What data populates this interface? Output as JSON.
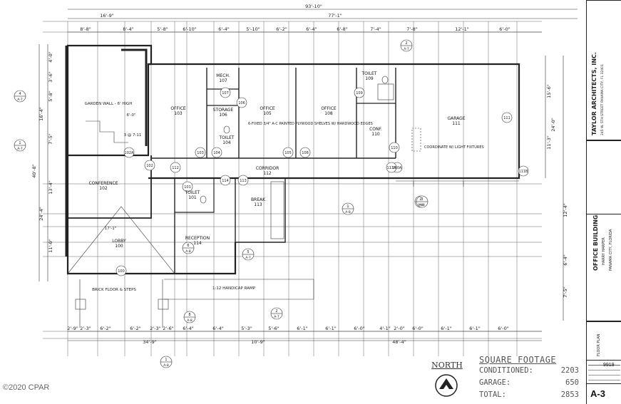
{
  "overall_dims": {
    "total_width": "93'-10\"",
    "right_run": "77'-1\"",
    "left_run": "16'-9\"",
    "bottom_left": "34'-9\"",
    "bottom_mid": "10'-9\"",
    "bottom_right": "48'-4\""
  },
  "top_dims": [
    "8'-8\"",
    "8'-4\"",
    "5'-8\"",
    "6'-10\"",
    "6'-4\"",
    "5'-10\"",
    "6'-2\"",
    "6'-4\"",
    "6'-8\"",
    "7'-4\"",
    "7'-8\"",
    "12'-1\"",
    "6'-0\""
  ],
  "bottom_dims": [
    "2'-9\"",
    "2'-3\"",
    "6'-2\"",
    "6'-2\"",
    "2'-3\"",
    "2'-6\"",
    "6'-4\"",
    "6'-4\"",
    "5'-3\"",
    "5'-6\"",
    "6'-1\"",
    "6'-1\"",
    "6'-0\"",
    "4'-1\"",
    "2'-0\"",
    "6'-0\"",
    "6'-1\"",
    "6'-1\"",
    "6'-0\""
  ],
  "left_dims": [
    "4'-0\"",
    "3'-6\"",
    "5'-8\"",
    "7'-5\"",
    "13'-4\"",
    "11'-0\"",
    "16'-4\"",
    "24'-4\"",
    "40'-8\""
  ],
  "right_dims": [
    "15'-6\"",
    "24'-0\"",
    "11'-3\"",
    "12'-4\"",
    "6'-4\"",
    "7'-5\""
  ],
  "rooms": [
    {
      "name": "OFFICE",
      "num": "103"
    },
    {
      "name": "MECH.",
      "num": "107"
    },
    {
      "name": "STORAGE",
      "num": "106"
    },
    {
      "name": "TOILET",
      "num": "104"
    },
    {
      "name": "OFFICE",
      "num": "105"
    },
    {
      "name": "OFFICE",
      "num": "108"
    },
    {
      "name": "TOILET",
      "num": "109"
    },
    {
      "name": "CONF.",
      "num": "110"
    },
    {
      "name": "GARAGE",
      "num": "111"
    },
    {
      "name": "CORRIDOR",
      "num": "112"
    },
    {
      "name": "CONFERENCE",
      "num": "102"
    },
    {
      "name": "TOILET",
      "num": "101"
    },
    {
      "name": "BREAK",
      "num": "113"
    },
    {
      "name": "RECEPTION",
      "num": "114"
    },
    {
      "name": "LOBBY",
      "num": "100"
    }
  ],
  "notes": {
    "garden_wall": "GARDEN WALL - 6' HIGH",
    "shelves": "6-FIXED 3/4\" A-C PAINTED PLYWOOD SHELVES W/ HARDWOOD EDGES",
    "coordinate": "COORDINATE W/ LIGHT FIXTURES",
    "brick_floor": "BRICK FLOOR & STEPS",
    "ramp": "1:12 HANDICAP RAMP",
    "stair": "3 @ 7:11",
    "lobby_dim": "17'-1\"",
    "garden_dim": "6'-0\""
  },
  "door_tags": [
    "101",
    "102",
    "102A",
    "103",
    "104",
    "105",
    "106",
    "107",
    "108",
    "109",
    "110",
    "110A",
    "111",
    "111A",
    "111B",
    "112",
    "113",
    "114",
    "100"
  ],
  "section_marks": [
    {
      "num": "2",
      "sheet": "A-7"
    },
    {
      "num": "4",
      "sheet": "A-7"
    },
    {
      "num": "1",
      "sheet": "A-7"
    },
    {
      "num": "5",
      "sheet": "A-7"
    },
    {
      "num": "1",
      "sheet": "A-8"
    },
    {
      "num": "2",
      "sheet": "A-8"
    },
    {
      "num": "8",
      "sheet": "A-8"
    },
    {
      "num": "2",
      "sheet": "A-7"
    },
    {
      "num": "1",
      "sheet": "A-8"
    },
    {
      "num": "6",
      "sheet": "A-8"
    },
    {
      "num": "3",
      "sheet": "A-8"
    }
  ],
  "square_footage": {
    "heading": "SQUARE FOOTAGE",
    "rows": [
      {
        "label": "CONDITIONED:",
        "value": "2203"
      },
      {
        "label": "GARAGE:",
        "value": "650"
      },
      {
        "label": "TOTAL:",
        "value": "2853"
      }
    ]
  },
  "north_label": "NORTH",
  "copyright": "©2020 CPAR",
  "title_block": {
    "firm": "TAYLOR ARCHITECTS, INC.",
    "firm_address": "245 W. 5TH STREET   PANAMA CITY, FL 32401",
    "project": "OFFICE BUILDING",
    "client": "HARRY HARPER",
    "location": "PANAMA CITY, FLORIDA",
    "sheet_title": "FLOOR PLAN",
    "job_no": "9919",
    "sheet_no": "A-3"
  },
  "colors": {
    "line": "#222222",
    "grid": "#555555",
    "faint": "#888888"
  }
}
